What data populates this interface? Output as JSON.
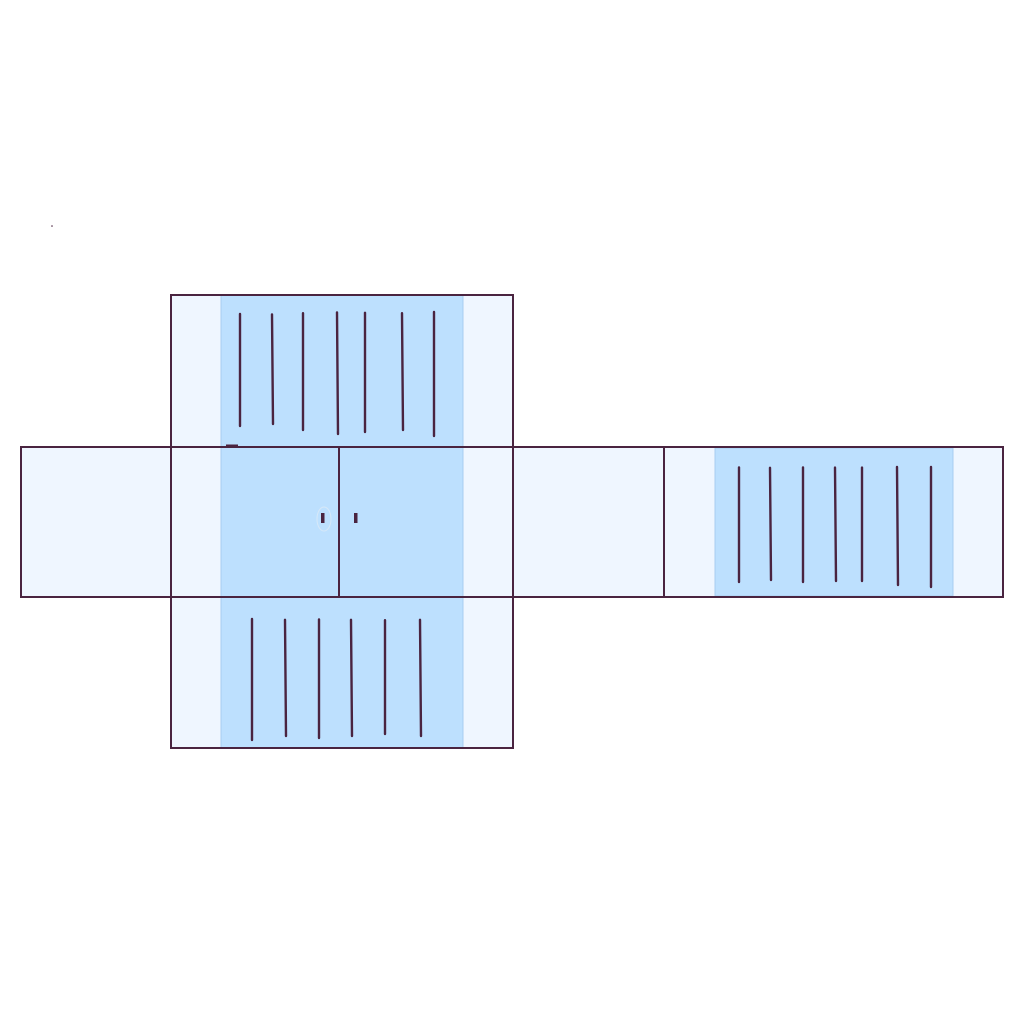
{
  "diagram": {
    "kind": "unfolded box net",
    "colors": {
      "background": "#ffffff",
      "panel_fill": "#eff6ff",
      "glass_fill": "#bde0fe",
      "glass_edge": "#a8cdf0",
      "outline": "#4a2440",
      "stripe": "#4a2440"
    },
    "faces": [
      {
        "id": "top-flap",
        "role": "top",
        "has_glass": true,
        "stripe_count": 7
      },
      {
        "id": "left-side",
        "role": "left",
        "has_glass": false,
        "stripe_count": 0
      },
      {
        "id": "front-door",
        "role": "front",
        "has_glass": true,
        "stripe_count": 0,
        "door_split": true,
        "handles": 2
      },
      {
        "id": "right-side",
        "role": "right",
        "has_glass": false,
        "stripe_count": 0
      },
      {
        "id": "back-panel",
        "role": "back",
        "has_glass": true,
        "stripe_count": 7
      },
      {
        "id": "bottom-flap",
        "role": "bottom",
        "has_glass": true,
        "stripe_count": 6
      }
    ]
  }
}
